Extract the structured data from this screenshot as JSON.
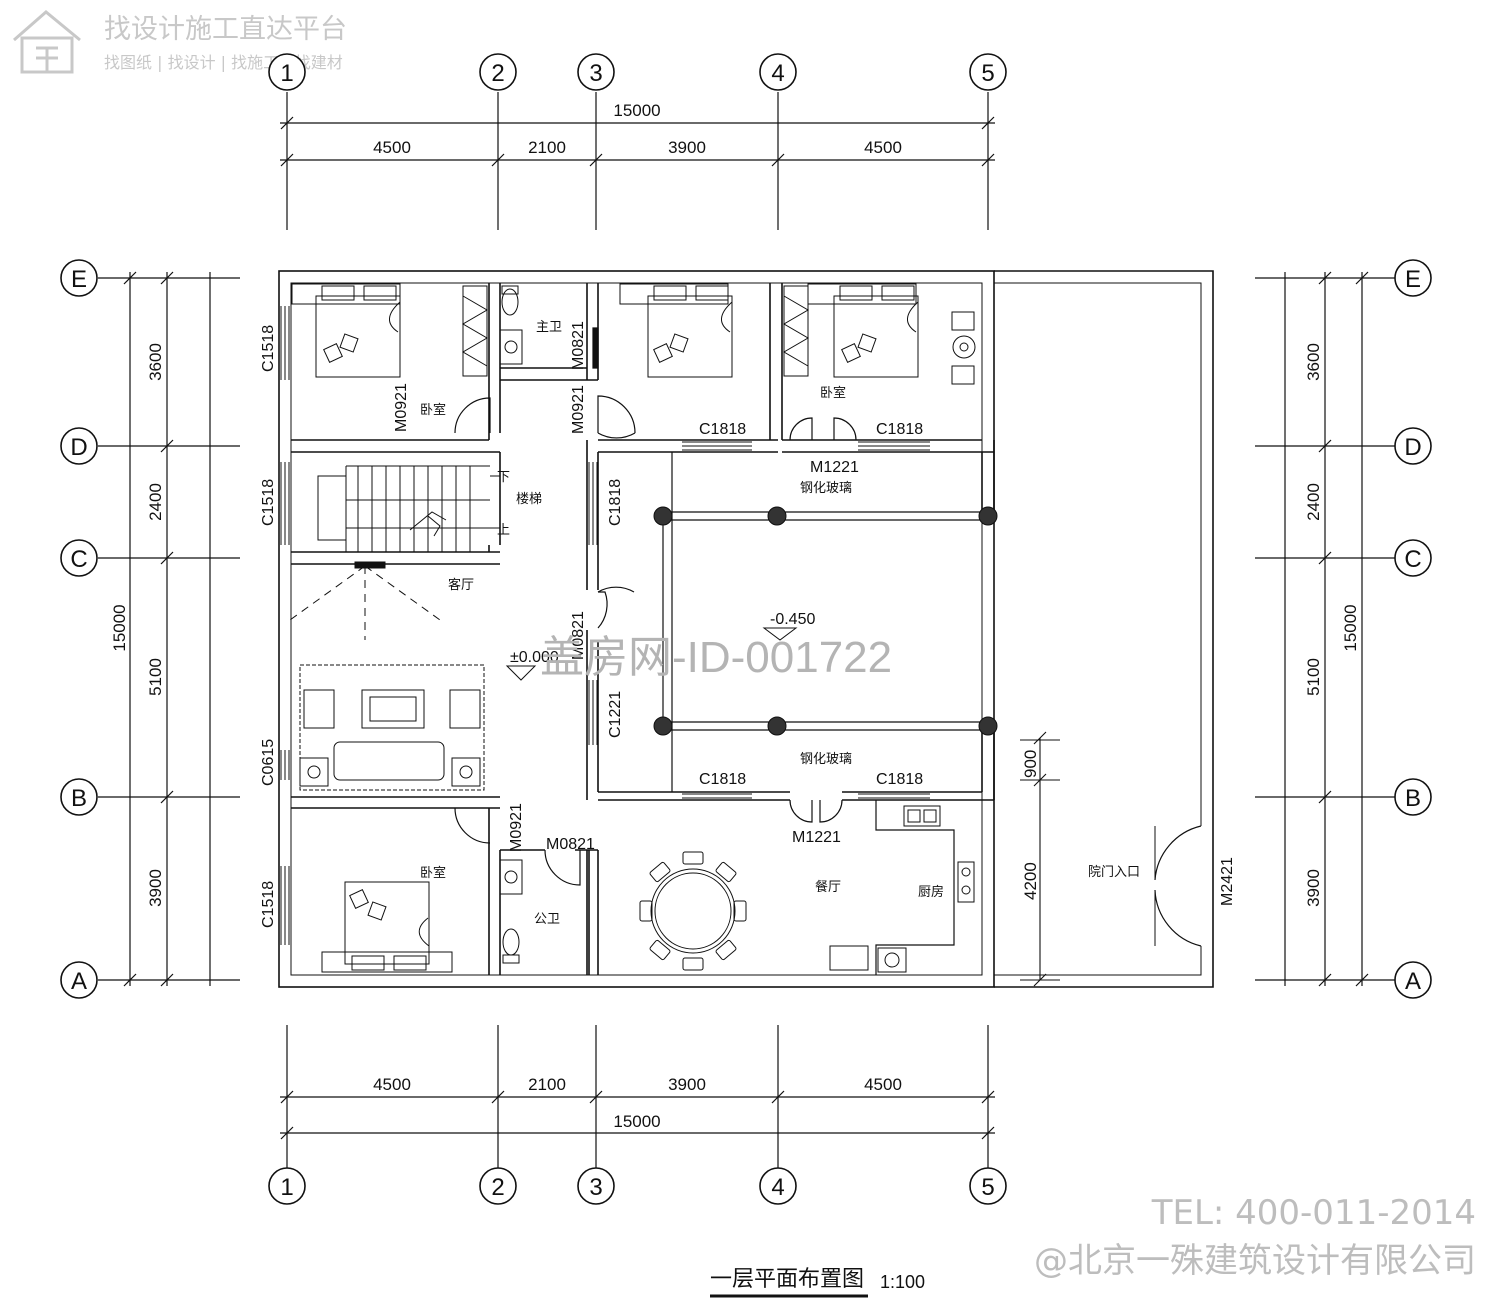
{
  "watermark": {
    "platform_title": "找设计施工直达平台",
    "platform_subtitle": "找图纸 | 找设计 | 找施工 | 找建材",
    "center_mark": "盖房网-ID-001722",
    "tel": "TEL: 400-011-2014",
    "company": "@北京一殊建筑设计有限公司"
  },
  "axes": {
    "columns": [
      "1",
      "2",
      "3",
      "4",
      "5"
    ],
    "rows": [
      "E",
      "D",
      "C",
      "B",
      "A"
    ]
  },
  "dimensions": {
    "horizontal_total": "15000",
    "horizontal_segments": [
      "4500",
      "2100",
      "3900",
      "4500"
    ],
    "vertical_total": "15000",
    "vertical_segments": [
      "3600",
      "2400",
      "5100",
      "3900"
    ],
    "yard_vertical": [
      "900",
      "4200"
    ]
  },
  "rooms": {
    "bedroom_nw": "卧室",
    "master_bath": "主卫",
    "bedroom_ne": "卧室",
    "stairs": "楼梯",
    "stair_down": "下",
    "stair_up": "上",
    "living": "客厅",
    "bedroom_sw": "卧室",
    "public_bath": "公卫",
    "dining": "餐厅",
    "kitchen": "厨房",
    "courtyard_entry": "院门入口",
    "glass_top": "钢化玻璃",
    "glass_bottom": "钢化玻璃"
  },
  "openings": {
    "w_c1518_a": "C1518",
    "w_c1518_b": "C1518",
    "w_c1518_c": "C1518",
    "w_c0615": "C0615",
    "d_m0921_a": "M0921",
    "d_m0821_a": "M0821",
    "d_m0921_b": "M0921",
    "w_c1818_a": "C1818",
    "w_c1818_b": "C1818",
    "d_m1221_a": "M1221",
    "w_c1818_c": "C1818",
    "w_c1818_d": "C1818",
    "d_m1221_b": "M1221",
    "w_c1818_side": "C1818",
    "d_m0821_b": "M0821",
    "w_c1221": "C1221",
    "d_m0921_c": "M0921",
    "d_m0821_c": "M0821",
    "d_m2421": "M2421"
  },
  "levels": {
    "floor_level": "±0.000",
    "court_level": "-0.450"
  },
  "drawing": {
    "title": "一层平面布置图",
    "scale": "1:100"
  }
}
